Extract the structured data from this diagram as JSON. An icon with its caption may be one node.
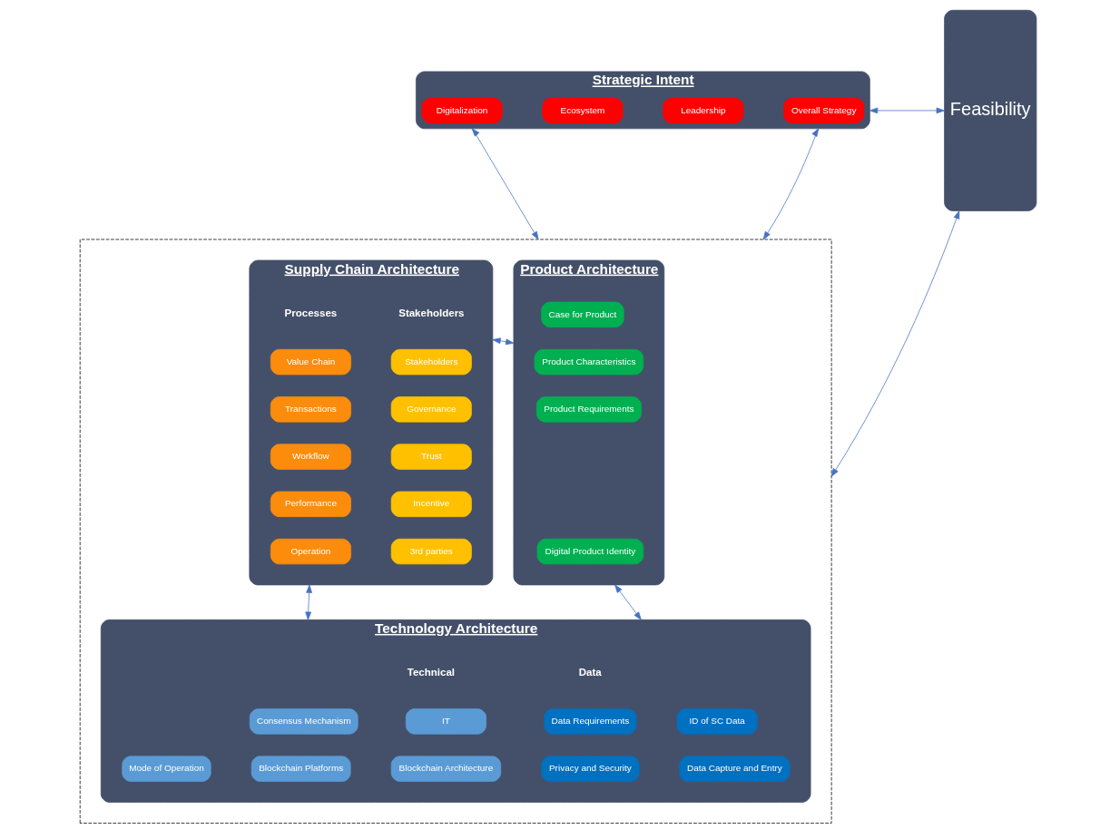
{
  "diagram": {
    "nodes": [
      {
        "text": [
          "Strategic Intent"
        ]
      },
      {
        "text": [
          "Digitalization"
        ],
        "in": 0
      },
      {
        "text": [
          "Leadership"
        ],
        "in": 0
      },
      {
        "text": [
          "Ecosystem"
        ],
        "in": 0
      },
      {
        "text": [
          "Overall Strategy"
        ],
        "in": 0
      },
      {
        "text": [],
        "shape": "box"
      },
      {
        "text": [
          "Product Architecture"
        ],
        "in": 5
      },
      {
        "text": [
          "Case for Product"
        ],
        "in": 6
      },
      {
        "text": [
          "Product Characteristics"
        ],
        "in": 6
      },
      {
        "text": [
          "Product Requirements"
        ],
        "in": 6
      },
      {
        "text": [
          "Digital Product Identity"
        ],
        "in": 6
      },
      {
        "text": [
          "Supply Chain Architecture"
        ],
        "in": 5
      },
      {
        "text": [
          "Value Chain"
        ],
        "in": 11
      },
      {
        "text": [
          "Transactions"
        ],
        "in": 11
      },
      {
        "text": [
          "Workflow"
        ],
        "in": 11
      },
      {
        "text": [
          "Performance"
        ],
        "in": 11
      },
      {
        "text": [
          "Operation"
        ],
        "in": 11
      },
      {
        "text": [
          "Stakeholders"
        ],
        "in": 11
      },
      {
        "text": [
          "Governance"
        ],
        "in": 11
      },
      {
        "text": [
          "Trust"
        ],
        "in": 11
      },
      {
        "text": [
          "Incentive"
        ],
        "in": 11
      },
      {
        "text": [
          "3rd parties"
        ],
        "in": 11
      },
      {
        "text": [
          "Technology Architecture"
        ],
        "in": 5
      },
      {
        "text": [
          "ID of SC Data"
        ],
        "in": 22
      },
      {
        "text": [
          "Data Requirements"
        ],
        "in": 22
      },
      {
        "text": [
          "Data Capture and Entry"
        ],
        "in": 22
      },
      {
        "text": [
          "Privacy and Security"
        ],
        "in": 22
      },
      {
        "text": [
          "IT"
        ],
        "in": 22
      },
      {
        "text": [
          "Consensus Mechanism"
        ],
        "in": 22
      },
      {
        "text": [
          "Blockchain Architecture"
        ],
        "in": 22
      },
      {
        "text": [
          "Mode of Operation"
        ],
        "in": 22
      },
      {
        "text": [
          "Blockchain Platforms"
        ],
        "in": 22
      },
      {
        "text": [
          "Feasibility"
        ]
      }
    ],
    "edges": [
      {
        "from": 0,
        "to": 5,
        "arrow": "both"
      },
      {
        "from": 0,
        "to": 5,
        "arrow": "both"
      },
      {
        "from": 0,
        "to": 32,
        "arrow": "both"
      },
      {
        "from": 6,
        "to": 11,
        "arrow": "both"
      },
      {
        "from": 6,
        "to": 22,
        "arrow": "both"
      },
      {
        "from": 11,
        "to": 22,
        "arrow": "both"
      },
      {
        "from": 32,
        "to": 5,
        "arrow": "both"
      }
    ],
    "labels": [
      "Processes",
      "Stakeholders",
      "Data",
      "Technical"
    ]
  }
}
